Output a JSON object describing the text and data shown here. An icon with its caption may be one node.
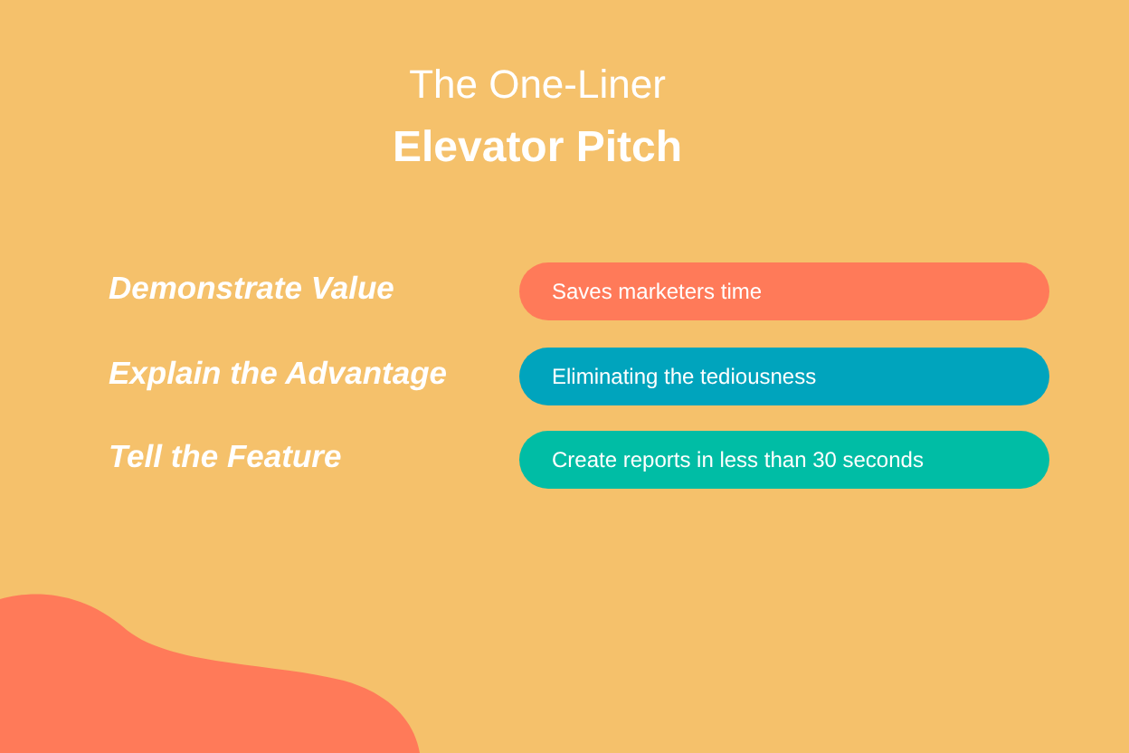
{
  "diagram": {
    "title": "The One-Liner **Elevator Pitch**",
    "nodes": [
      {
        "text": [
          "Saves marketers time"
        ]
      },
      {
        "text": [
          "Eliminating the tediousness"
        ]
      },
      {
        "text": [
          "Create reports in less than 30 seconds"
        ]
      }
    ],
    "labels": [
      "Demonstrate Value",
      "Explain the Advantage",
      "Tell the Feature"
    ]
  }
}
